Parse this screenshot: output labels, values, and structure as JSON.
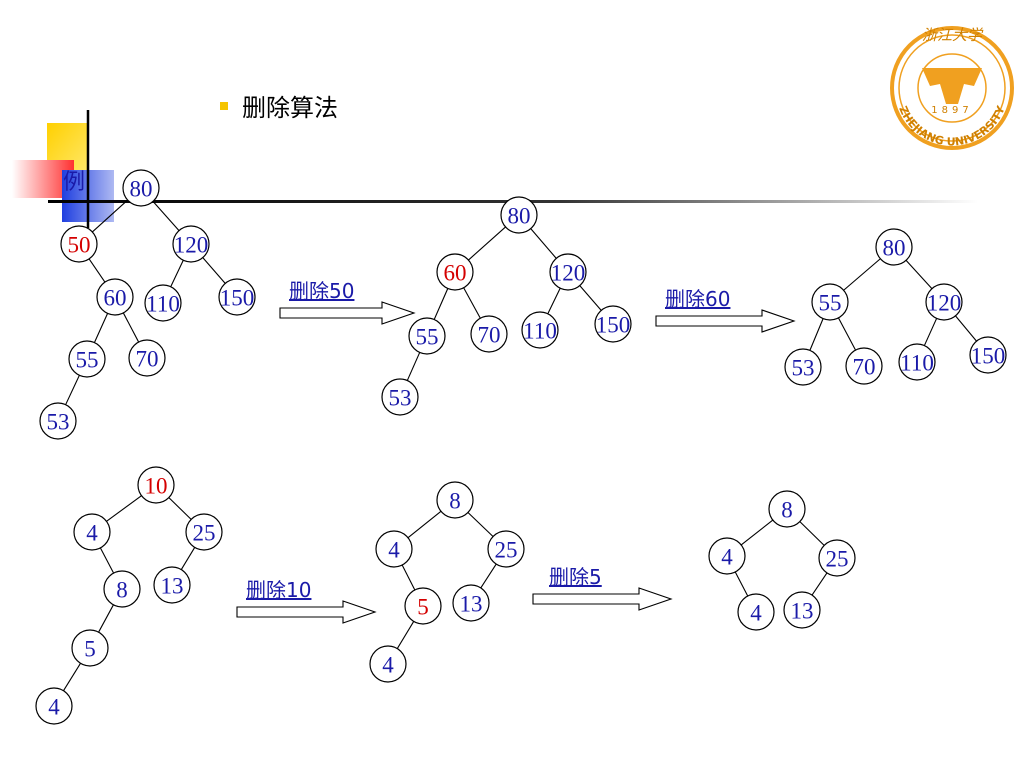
{
  "bullet": {
    "text": "删除算法"
  },
  "decor_label": "例",
  "logo": {
    "top_text": "浙江大学",
    "year": "1897",
    "ring_text": "ZHEJIANG UNIVERSITY"
  },
  "colors": {
    "node_text": "#1a1aa8",
    "highlight": "#d40000",
    "accent_yellow": "#f5c400",
    "accent_blue": "#1f3fe0",
    "accent_red": "#ff4040",
    "logo_orange": "#f0a020"
  },
  "operations": [
    {
      "id": "op1",
      "label": "删除50"
    },
    {
      "id": "op2",
      "label": "删除60"
    },
    {
      "id": "op3",
      "label": "删除10"
    },
    {
      "id": "op4",
      "label": "删除5"
    }
  ],
  "trees": [
    {
      "id": "t1",
      "nodes": [
        {
          "id": "a",
          "label": "80"
        },
        {
          "id": "b",
          "label": "50",
          "highlight": true
        },
        {
          "id": "c",
          "label": "120"
        },
        {
          "id": "d",
          "label": "60"
        },
        {
          "id": "e",
          "label": "110"
        },
        {
          "id": "f",
          "label": "150"
        },
        {
          "id": "g",
          "label": "55"
        },
        {
          "id": "h",
          "label": "70"
        },
        {
          "id": "i",
          "label": "53"
        }
      ],
      "edges": [
        [
          "a",
          "b"
        ],
        [
          "a",
          "c"
        ],
        [
          "b",
          "d"
        ],
        [
          "c",
          "e"
        ],
        [
          "c",
          "f"
        ],
        [
          "d",
          "g"
        ],
        [
          "d",
          "h"
        ],
        [
          "g",
          "i"
        ]
      ]
    },
    {
      "id": "t2",
      "nodes": [
        {
          "id": "a",
          "label": "80"
        },
        {
          "id": "b",
          "label": "60",
          "highlight": true
        },
        {
          "id": "c",
          "label": "120"
        },
        {
          "id": "d",
          "label": "55"
        },
        {
          "id": "e",
          "label": "70"
        },
        {
          "id": "f",
          "label": "110"
        },
        {
          "id": "g",
          "label": "150"
        },
        {
          "id": "h",
          "label": "53"
        }
      ],
      "edges": [
        [
          "a",
          "b"
        ],
        [
          "a",
          "c"
        ],
        [
          "b",
          "d"
        ],
        [
          "b",
          "e"
        ],
        [
          "c",
          "f"
        ],
        [
          "c",
          "g"
        ],
        [
          "d",
          "h"
        ]
      ]
    },
    {
      "id": "t3",
      "nodes": [
        {
          "id": "a",
          "label": "80"
        },
        {
          "id": "b",
          "label": "55"
        },
        {
          "id": "c",
          "label": "120"
        },
        {
          "id": "d",
          "label": "53"
        },
        {
          "id": "e",
          "label": "70"
        },
        {
          "id": "f",
          "label": "110"
        },
        {
          "id": "g",
          "label": "150"
        }
      ],
      "edges": [
        [
          "a",
          "b"
        ],
        [
          "a",
          "c"
        ],
        [
          "b",
          "d"
        ],
        [
          "b",
          "e"
        ],
        [
          "c",
          "f"
        ],
        [
          "c",
          "g"
        ]
      ]
    },
    {
      "id": "t4",
      "nodes": [
        {
          "id": "a",
          "label": "10",
          "highlight": true
        },
        {
          "id": "b",
          "label": "4"
        },
        {
          "id": "c",
          "label": "25"
        },
        {
          "id": "d",
          "label": "8"
        },
        {
          "id": "e",
          "label": "13"
        },
        {
          "id": "f",
          "label": "5"
        },
        {
          "id": "g",
          "label": "4"
        }
      ],
      "edges": [
        [
          "a",
          "b"
        ],
        [
          "a",
          "c"
        ],
        [
          "b",
          "d"
        ],
        [
          "c",
          "e"
        ],
        [
          "d",
          "f"
        ],
        [
          "f",
          "g"
        ]
      ]
    },
    {
      "id": "t5",
      "nodes": [
        {
          "id": "a",
          "label": "8"
        },
        {
          "id": "b",
          "label": "4"
        },
        {
          "id": "c",
          "label": "25"
        },
        {
          "id": "d",
          "label": "5",
          "highlight": true
        },
        {
          "id": "e",
          "label": "13"
        },
        {
          "id": "f",
          "label": "4"
        }
      ],
      "edges": [
        [
          "a",
          "b"
        ],
        [
          "a",
          "c"
        ],
        [
          "b",
          "d"
        ],
        [
          "c",
          "e"
        ],
        [
          "d",
          "f"
        ]
      ]
    },
    {
      "id": "t6",
      "nodes": [
        {
          "id": "a",
          "label": "8"
        },
        {
          "id": "b",
          "label": "4"
        },
        {
          "id": "c",
          "label": "25"
        },
        {
          "id": "d",
          "label": "4"
        },
        {
          "id": "e",
          "label": "13"
        }
      ],
      "edges": [
        [
          "a",
          "b"
        ],
        [
          "a",
          "c"
        ],
        [
          "b",
          "d"
        ],
        [
          "c",
          "e"
        ]
      ]
    }
  ]
}
